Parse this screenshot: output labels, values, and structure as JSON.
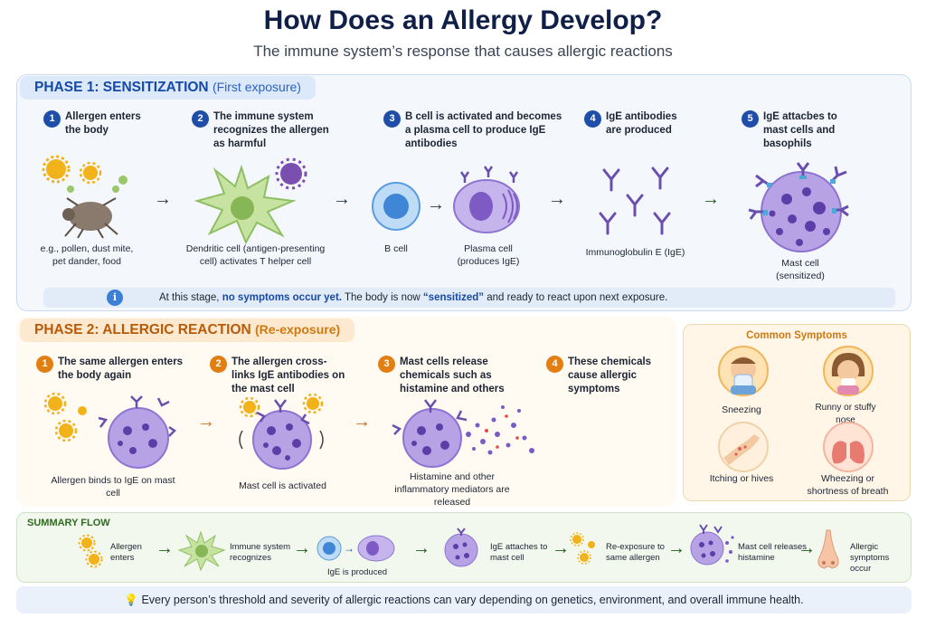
{
  "title": "How Does an Allergy Develop?",
  "subtitle": "The immune system’s response that causes allergic reactions",
  "phase1": {
    "label": "PHASE 1: SENSITIZATION",
    "sublabel": "(First exposure)",
    "steps": [
      {
        "num": "1",
        "text": "Allergen enters the body",
        "caption": "e.g., pollen, dust mite, pet dander, food"
      },
      {
        "num": "2",
        "text": "The immune system recognizes the allergen as harmful",
        "caption": "Dendritic cell (antigen-presenting cell) activates T helper cell"
      },
      {
        "num": "3",
        "text": "B cell is activated and becomes a plasma cell to produce IgE antibodies",
        "caption_b": "B cell",
        "caption_plasma": "Plasma cell (produces IgE)"
      },
      {
        "num": "4",
        "text": "IgE antibodies are produced",
        "caption": "Immunoglobulin E (IgE)"
      },
      {
        "num": "5",
        "text": "IgE attacbes to mast cells and basophils",
        "caption": "Mast cell (sensitized)"
      }
    ],
    "info": {
      "icon": "info-icon",
      "prefix": "At this stage, ",
      "highlight1": "no symptoms occur yet.",
      "middle": " The body is now ",
      "highlight2": "“sensitized”",
      "suffix": " and ready to react upon next exposure."
    }
  },
  "phase2": {
    "label": "PHASE 2: ALLERGIC REACTION",
    "sublabel": "(Re-exposure)",
    "steps": [
      {
        "num": "1",
        "text": "The same allergen enters the body again",
        "caption": "Allergen binds to IgE on mast cell"
      },
      {
        "num": "2",
        "text": "The allergen cross-links IgE antibodies on the mast cell",
        "caption": "Mast cell is activated"
      },
      {
        "num": "3",
        "text": "Mast cells release chemicals such as histamine and others",
        "caption": "Histamine and other inflammatory mediators are released"
      },
      {
        "num": "4",
        "text": "These chemicals cause allergic symptoms"
      }
    ]
  },
  "symptoms": {
    "title": "Common Symptoms",
    "items": [
      "Sneezing",
      "Runny or stuffy nose",
      "Itching or hives",
      "Wheezing or shortness of breath"
    ]
  },
  "summary": {
    "title": "SUMMARY FLOW",
    "items": [
      "Allergen enters",
      "Immune system recognizes",
      "IgE is produced",
      "IgE attaches to mast cell",
      "Re-exposure to same allergen",
      "Mast cell releases histamine",
      "Allergic symptoms occur"
    ]
  },
  "footer": "Every person’s threshold and severity of allergic reactions can vary depending on genetics, environment, and overall immune health.",
  "colors": {
    "navy": "#0f1f47",
    "phase1": "#1749a6",
    "phase2": "#e27f12",
    "summary": "#2f6b1f",
    "mast_cell": "#9b85dc",
    "igE": "#6a4fb0",
    "pollen": "#f2b21a"
  }
}
